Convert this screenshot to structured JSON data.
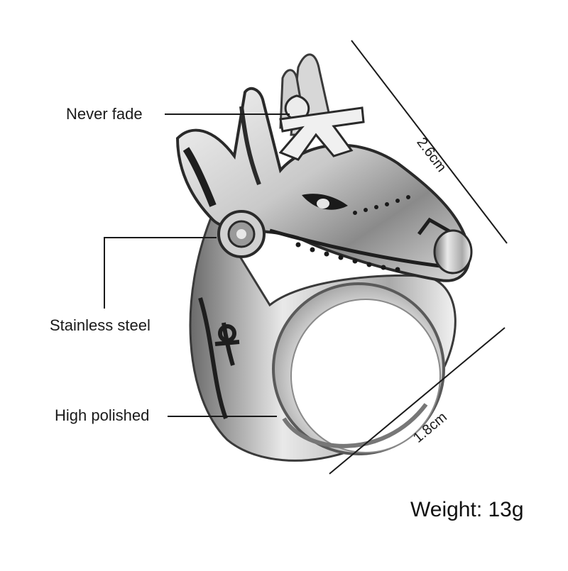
{
  "callouts": {
    "never_fade": "Never fade",
    "stainless_steel": "Stainless steel",
    "high_polished": "High polished"
  },
  "dimensions": {
    "height": "2.6cm",
    "width": "1.8cm"
  },
  "weight": "Weight: 13g",
  "colors": {
    "line": "#1a1a1a",
    "metal_light": "#e6e6e6",
    "metal_mid": "#b5b5b5",
    "metal_dark": "#4a4a4a"
  }
}
